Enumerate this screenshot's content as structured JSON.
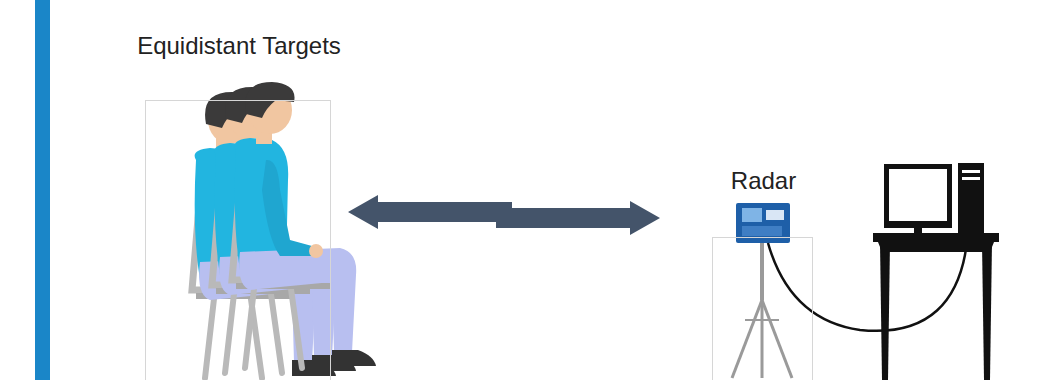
{
  "diagram": {
    "nodes": [
      {
        "text": [
          "Equidistant Targets"
        ]
      },
      {
        "text": [
          "Radar"
        ]
      }
    ],
    "edges": [
      {
        "from": 0,
        "to": 1,
        "arrow": "both"
      }
    ]
  }
}
